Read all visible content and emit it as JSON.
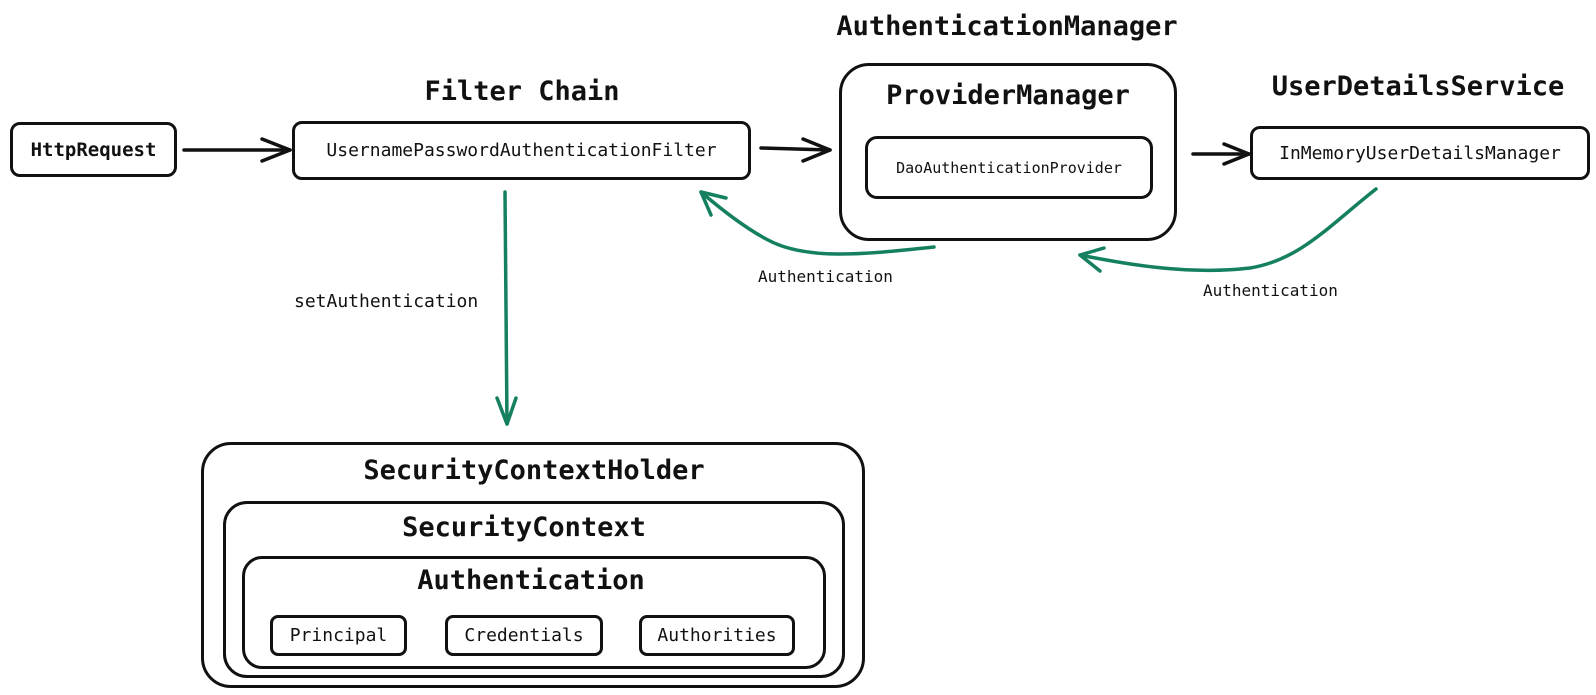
{
  "groups": {
    "filter_chain": "Filter Chain",
    "authentication_manager": "AuthenticationManager",
    "user_details_service": "UserDetailsService"
  },
  "nodes": {
    "http_request": "HttpRequest",
    "username_password_filter": "UsernamePasswordAuthenticationFilter",
    "provider_manager": "ProviderManager",
    "dao_provider": "DaoAuthenticationProvider",
    "in_memory_manager": "InMemoryUserDetailsManager"
  },
  "security_context_holder": {
    "title": "SecurityContextHolder",
    "security_context": {
      "title": "SecurityContext",
      "authentication": {
        "title": "Authentication",
        "principal": "Principal",
        "credentials": "Credentials",
        "authorities": "Authorities"
      }
    }
  },
  "edges": {
    "set_authentication": "setAuthentication",
    "authentication_to_filter": "Authentication",
    "authentication_to_provider": "Authentication"
  },
  "colors": {
    "stroke": "#111111",
    "flow_arrow": "#111111",
    "return_arrow": "#148060"
  }
}
